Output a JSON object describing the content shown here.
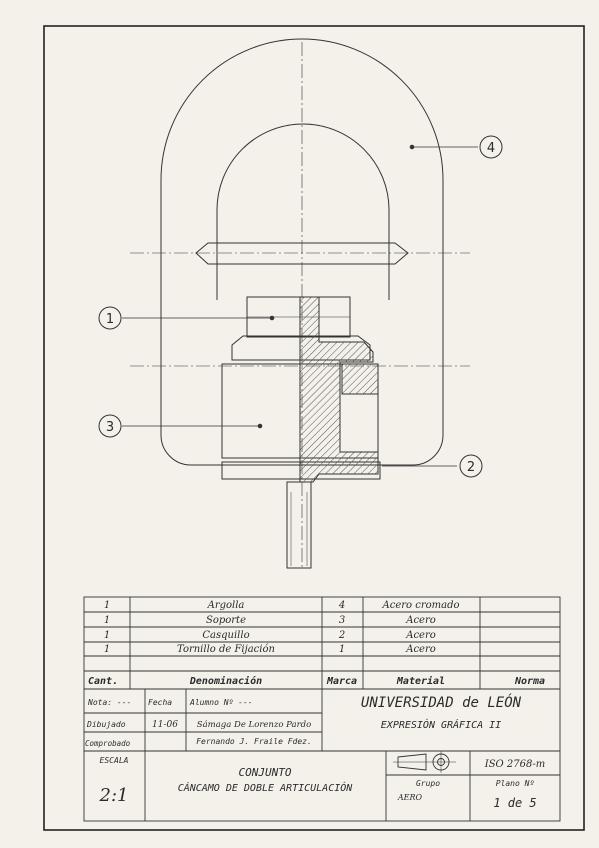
{
  "drawing": {
    "callouts": [
      "1",
      "2",
      "3",
      "4"
    ]
  },
  "parts_list": {
    "rows": [
      {
        "qty": "1",
        "name": "Argolla",
        "mark": "4",
        "material": "Acero cromado",
        "norm": ""
      },
      {
        "qty": "1",
        "name": "Soporte",
        "mark": "3",
        "material": "Acero",
        "norm": ""
      },
      {
        "qty": "1",
        "name": "Casquillo",
        "mark": "2",
        "material": "Acero",
        "norm": ""
      },
      {
        "qty": "1",
        "name": "Tornillo de Fijación",
        "mark": "1",
        "material": "Acero",
        "norm": ""
      }
    ],
    "headers": {
      "qty": "Cant.",
      "name": "Denominación",
      "mark": "Marca",
      "material": "Material",
      "norm": "Norma"
    }
  },
  "title_block": {
    "nota_label": "Nota: ---",
    "fecha_label": "Fecha",
    "alumno_label": "Alumno Nº ---",
    "dibujado_label": "Dibujado",
    "dibujado_fecha": "11-06",
    "dibujado_nombre": "Sámaga De Lorenzo Pardo",
    "comprobado_label": "Comprobado",
    "comprobado_nombre": "Fernando J. Fraile Fdez.",
    "university": "UNIVERSIDAD de LEÓN",
    "subject": "EXPRESIÓN GRÁFICA II",
    "escala_label": "ESCALA",
    "escala_value": "2:1",
    "title_line1": "CONJUNTO",
    "title_line2": "CÁNCAMO DE DOBLE ARTICULACIÓN",
    "iso": "ISO 2768-m",
    "grupo_label": "Grupo",
    "grupo_value": "AERO",
    "plano_label": "Plano Nº",
    "plano_value": "1 de 5"
  }
}
